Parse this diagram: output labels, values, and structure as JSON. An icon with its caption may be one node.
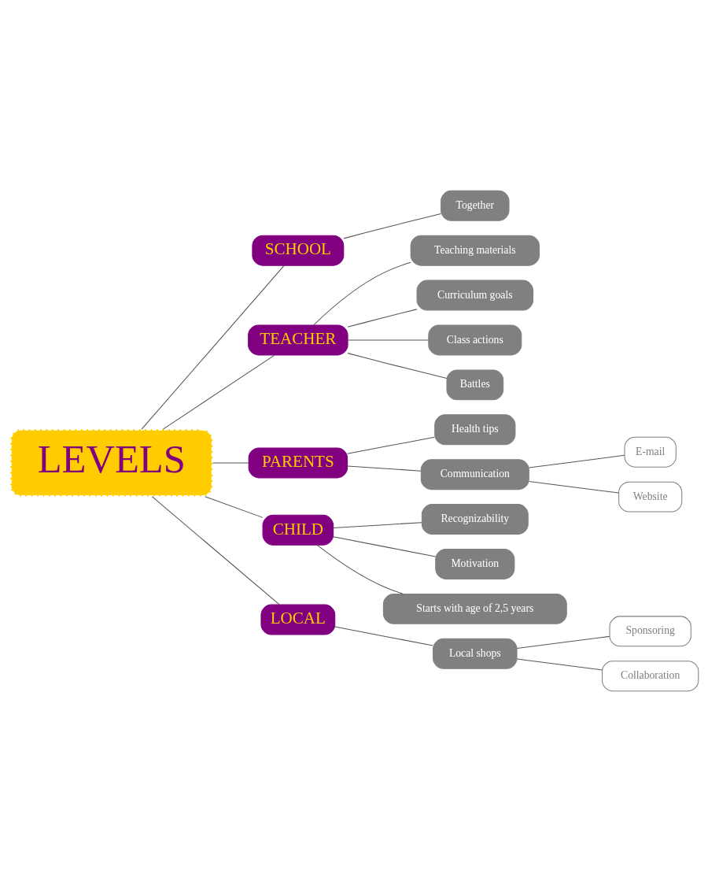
{
  "diagram": {
    "nodes": [
      {
        "text": [
          "LEVELS"
        ]
      },
      {
        "text": [
          "SCHOOL"
        ]
      },
      {
        "text": [
          "Together"
        ]
      },
      {
        "text": [
          "TEACHER"
        ]
      },
      {
        "text": [
          "Teaching materials"
        ]
      },
      {
        "text": [
          "Curriculum goals"
        ]
      },
      {
        "text": [
          "Class actions"
        ]
      },
      {
        "text": [
          "Battles"
        ]
      },
      {
        "text": [
          "PARENTS"
        ]
      },
      {
        "text": [
          "Health tips"
        ]
      },
      {
        "text": [
          "Communication"
        ]
      },
      {
        "text": [
          "E-mail"
        ]
      },
      {
        "text": [
          "Website"
        ]
      },
      {
        "text": [
          "CHILD"
        ]
      },
      {
        "text": [
          "Recognizability"
        ]
      },
      {
        "text": [
          "Motivation"
        ]
      },
      {
        "text": [
          "Starts with age of 2,5 years"
        ]
      },
      {
        "text": [
          "LOCAL"
        ]
      },
      {
        "text": [
          "Local shops"
        ]
      },
      {
        "text": [
          "Sponsoring"
        ]
      },
      {
        "text": [
          "Collaboration"
        ]
      }
    ],
    "edges": [
      {
        "from": 0,
        "to": 1,
        "arrow": "none"
      },
      {
        "from": 1,
        "to": 2,
        "arrow": "none"
      },
      {
        "from": 0,
        "to": 3,
        "arrow": "none"
      },
      {
        "from": 3,
        "to": 4,
        "arrow": "none"
      },
      {
        "from": 3,
        "to": 5,
        "arrow": "none"
      },
      {
        "from": 3,
        "to": 6,
        "arrow": "none"
      },
      {
        "from": 3,
        "to": 7,
        "arrow": "none"
      },
      {
        "from": 0,
        "to": 8,
        "arrow": "none"
      },
      {
        "from": 8,
        "to": 9,
        "arrow": "none"
      },
      {
        "from": 8,
        "to": 10,
        "arrow": "none"
      },
      {
        "from": 10,
        "to": 11,
        "arrow": "none"
      },
      {
        "from": 10,
        "to": 12,
        "arrow": "none"
      },
      {
        "from": 0,
        "to": 13,
        "arrow": "none"
      },
      {
        "from": 13,
        "to": 14,
        "arrow": "none"
      },
      {
        "from": 13,
        "to": 15,
        "arrow": "none"
      },
      {
        "from": 13,
        "to": 16,
        "arrow": "none"
      },
      {
        "from": 0,
        "to": 17,
        "arrow": "none"
      },
      {
        "from": 17,
        "to": 18,
        "arrow": "none"
      },
      {
        "from": 18,
        "to": 19,
        "arrow": "none"
      },
      {
        "from": 18,
        "to": 20,
        "arrow": "none"
      }
    ]
  }
}
